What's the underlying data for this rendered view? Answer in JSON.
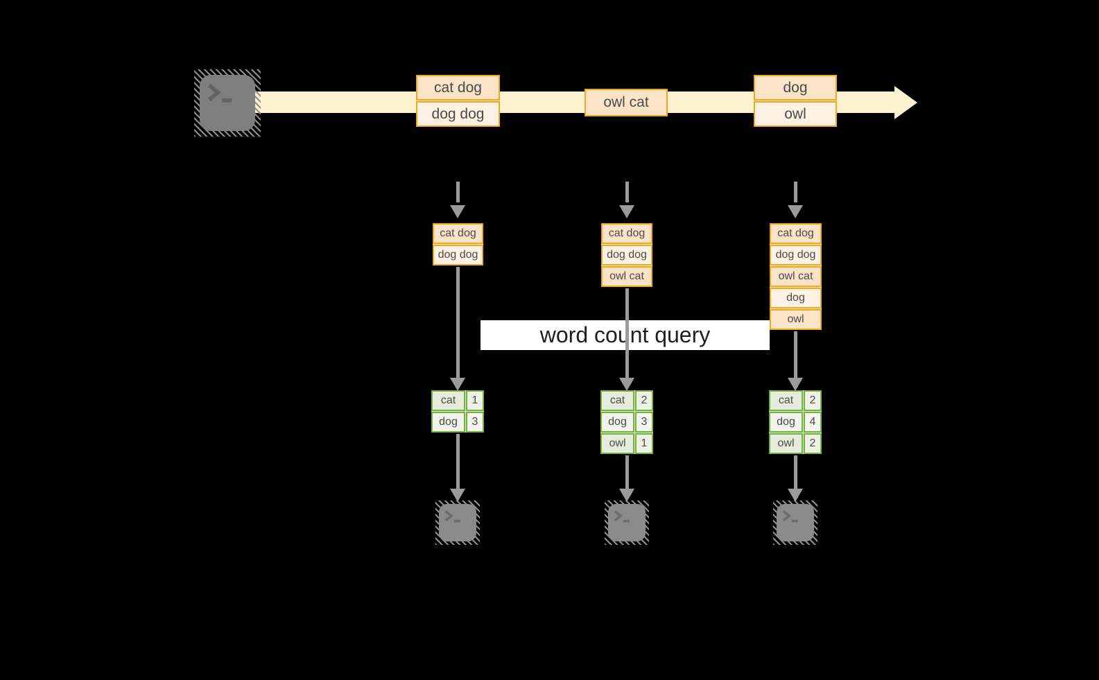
{
  "label": {
    "text": "word count query"
  },
  "stream": {
    "source_icon": "terminal-icon",
    "batches": [
      {
        "rows": [
          "cat dog",
          "dog dog"
        ]
      },
      {
        "rows": [
          "owl cat"
        ]
      },
      {
        "rows": [
          "dog",
          "owl"
        ]
      }
    ]
  },
  "columns": [
    {
      "state_rows": [
        "cat dog",
        "dog dog"
      ],
      "result": [
        {
          "word": "cat",
          "count": "1"
        },
        {
          "word": "dog",
          "count": "3"
        }
      ],
      "output_icon": "terminal-icon"
    },
    {
      "state_rows": [
        "cat dog",
        "dog dog",
        "owl cat"
      ],
      "result": [
        {
          "word": "cat",
          "count": "2"
        },
        {
          "word": "dog",
          "count": "3"
        },
        {
          "word": "owl",
          "count": "1"
        }
      ],
      "output_icon": "terminal-icon"
    },
    {
      "state_rows": [
        "cat dog",
        "dog dog",
        "owl cat",
        "dog",
        "owl"
      ],
      "result": [
        {
          "word": "cat",
          "count": "2"
        },
        {
          "word": "dog",
          "count": "4"
        },
        {
          "word": "owl",
          "count": "2"
        }
      ],
      "output_icon": "terminal-icon"
    }
  ],
  "colors": {
    "background": "#000000",
    "stream_band": "#fbf2cf",
    "orange_border": "#efa91c",
    "orange_fill_dark": "#fae3c6",
    "orange_fill_light": "#fdf2e3",
    "green_border": "#76b041",
    "green_fill_dark": "#e6ecdb",
    "green_fill_light": "#f1f4eb",
    "arrow_gray": "#9b9b9b",
    "terminal_gray": "#7e7e7e",
    "label_background": "#ffffff"
  }
}
